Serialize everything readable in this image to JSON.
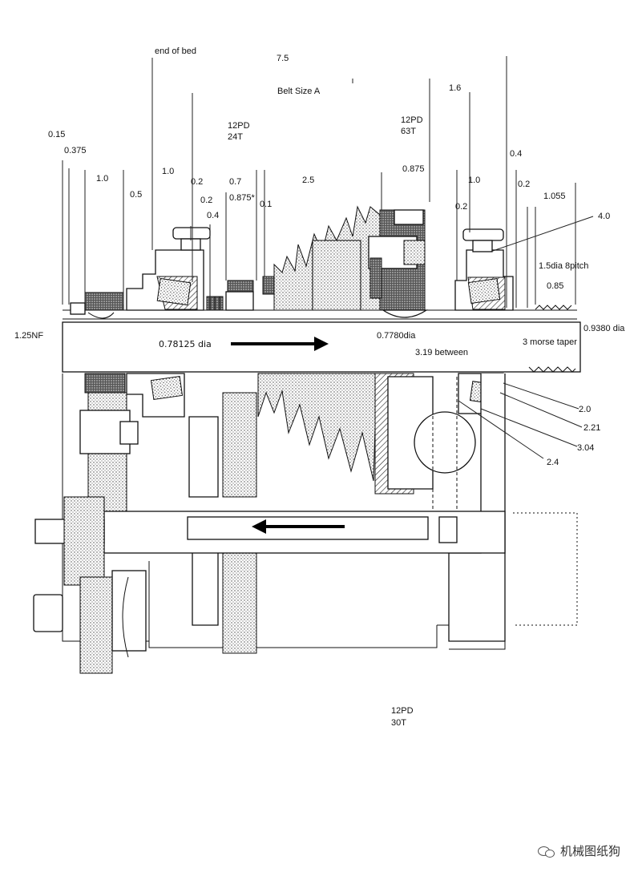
{
  "labels": {
    "end_of_bed": "end of bed",
    "dim_7_5": "7.5",
    "belt_size": "Belt Size A",
    "dim_1_6": "1.6",
    "pulley_12pd_24t_a": "12PD",
    "pulley_12pd_24t_b": "24T",
    "pulley_12pd_63t_a": "12PD",
    "pulley_12pd_63t_b": "63T",
    "dim_0_15": "0.15",
    "dim_0_375": "0.375",
    "dim_1_0_a": "1.0",
    "dim_0_5": "0.5",
    "dim_1_0_b": "1.0",
    "dim_0_2_a": "0.2",
    "dim_0_7": "0.7",
    "dim_0_875_star": "0.875*",
    "dim_0_1": "0.1",
    "dim_2_5": "2.5",
    "dim_0_875": "0.875",
    "dim_1_0_c": "1.0",
    "dim_0_4_a": "0.4",
    "dim_0_2_b": "0.2",
    "dim_0_2_c": "0.2",
    "dim_0_4_b": "0.4",
    "dim_0_2_d": "0.2",
    "dim_1_055": "1.055",
    "dim_4_0": "4.0",
    "dim_1_5dia": "1.5dia 8pitch",
    "dim_0_85": "0.85",
    "thread_1_25nf": "1.25NF",
    "dia_0_78125": "0.78125 dia",
    "dia_0_7780": "0.7780dia",
    "dia_0_9380": "0.9380 dia",
    "morse_taper": "3 morse taper",
    "dist_3_19": "3.19 between",
    "dim_2_0": "2.0",
    "dim_2_21": "2.21",
    "dim_3_04": "3.04",
    "dim_2_4": "2.4",
    "pulley_12pd_30t_a": "12PD",
    "pulley_12pd_30t_b": "30T"
  },
  "watermark": {
    "text": "机械图纸狗",
    "icon": "wechat-icon"
  }
}
